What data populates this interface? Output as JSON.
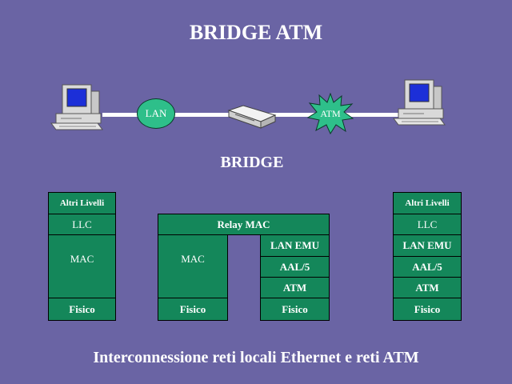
{
  "title": "BRIDGE ATM",
  "network": {
    "lan_label": "LAN",
    "atm_label": "ATM",
    "bridge_label": "BRIDGE"
  },
  "left_stack": {
    "higher_layers": "Altri Livelli",
    "llc": "LLC",
    "mac": "MAC",
    "physical": "Fisico"
  },
  "bridge_stack": {
    "relay": "Relay MAC",
    "mac": "MAC",
    "mac_physical": "Fisico",
    "lan_emu": "LAN EMU",
    "aal5": "AAL/5",
    "atm": "ATM",
    "atm_physical": "Fisico"
  },
  "right_stack": {
    "higher_layers": "Altri Livelli",
    "llc": "LLC",
    "lan_emu": "LAN EMU",
    "aal5": "AAL/5",
    "atm": "ATM",
    "physical": "Fisico"
  },
  "footer": "Interconnessione reti locali Ethernet e reti ATM",
  "colors": {
    "background": "#6a64a4",
    "stack_fill": "#14875a",
    "lan_bubble": "#2ebf8a",
    "atm_star": "#2ebf8a",
    "screen": "#1c2fd8"
  },
  "icons": {
    "left_workstation": "desktop-computer-icon",
    "right_workstation": "desktop-computer-icon",
    "bridge_device": "bridge-router-icon",
    "lan_cloud": "lan-bubble-icon",
    "atm_cloud": "atm-star-icon"
  }
}
